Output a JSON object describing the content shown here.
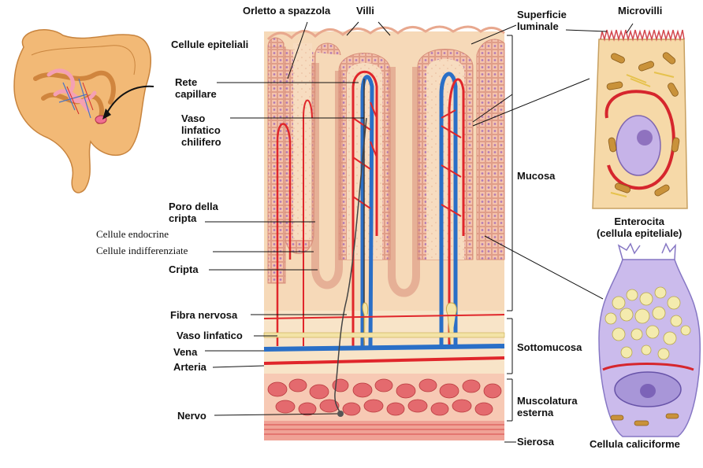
{
  "labels": {
    "orletto": "Orletto a spazzola",
    "villi": "Villi",
    "superficie": "Superficie\nluminale",
    "microvilli": "Microvilli",
    "cellule_epiteliali": "Cellule epiteliali",
    "rete_capillare": "Rete\ncapillare",
    "vaso_chilifero": "Vaso\nlinfatico\nchilifero",
    "mucosa": "Mucosa",
    "poro_cripta": "Poro della\ncripta",
    "cellule_endocrine": "Cellule endocrine",
    "cellule_indifferenziate": "Cellule indifferenziate",
    "cripta": "Cripta",
    "enterocita": "Enterocita\n(cellula epiteliale)",
    "fibra_nervosa": "Fibra nervosa",
    "vaso_linfatico": "Vaso linfatico",
    "vena": "Vena",
    "arteria": "Arteria",
    "sottomucosa": "Sottomucosa",
    "muscolatura": "Muscolatura\nesterna",
    "nervo": "Nervo",
    "sierosa": "Sierosa",
    "cellula_caliciforme": "Cellula caliciforme"
  },
  "colors": {
    "tissue": "#f6d9b8",
    "tissue_dark": "#eab996",
    "epithelium": "#f2b7a5",
    "nucleus": "#b88ec4",
    "artery": "#e0262b",
    "vein": "#2a6fc7",
    "lymph": "#f3e3a6",
    "muscle": "#e05a5e",
    "muscle_light": "#f3a8a0",
    "nerve": "#555555",
    "colon": "#f0b070",
    "goblet": "#c9b7ee",
    "mucus": "#f5eba8"
  }
}
